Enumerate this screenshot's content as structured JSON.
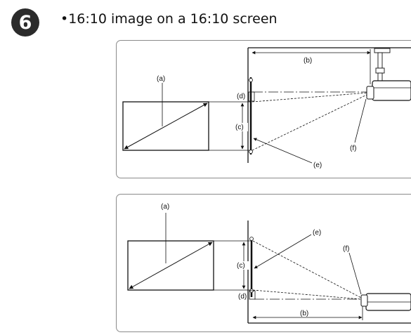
{
  "step": {
    "number": "6",
    "bullet": "•",
    "title": "16:10 image on a 16:10 screen"
  },
  "diagram_top": {
    "labels": {
      "a": "(a)",
      "b": "(b)",
      "c": "(c)",
      "d": "(d)",
      "e": "(e)",
      "f": "(f)"
    },
    "mount": "ceiling"
  },
  "diagram_bottom": {
    "labels": {
      "a": "(a)",
      "b": "(b)",
      "c": "(c)",
      "d": "(d)",
      "e": "(e)",
      "f": "(f)"
    },
    "mount": "table"
  },
  "colors": {
    "badge": "#2b2b2b",
    "panel_border": "#8a8a8a",
    "line": "#111111"
  }
}
